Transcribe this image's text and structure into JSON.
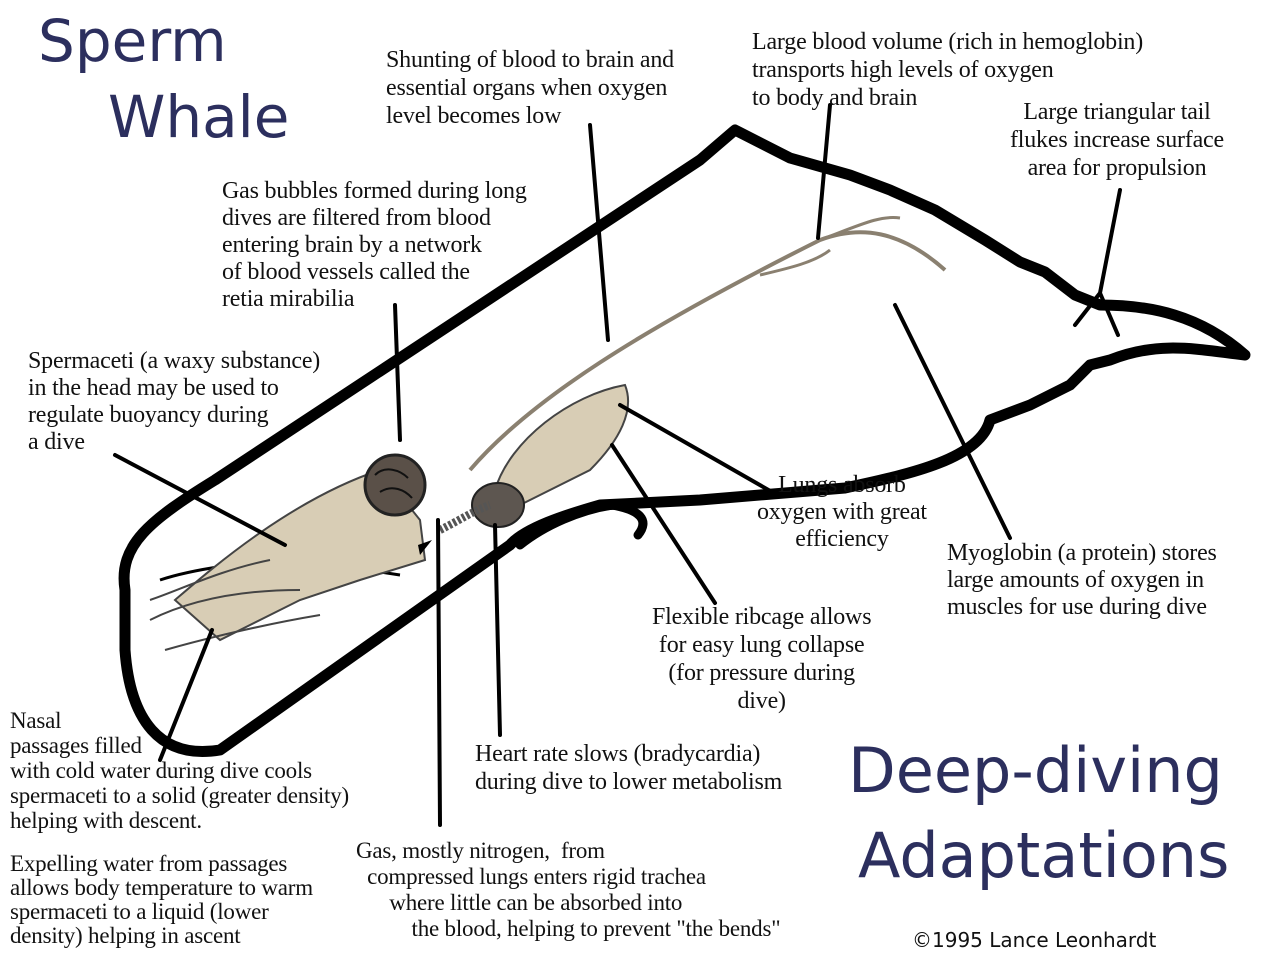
{
  "titles": {
    "sperm": "Sperm",
    "whale": "Whale",
    "deep_diving": "Deep-diving",
    "adaptations": "Adaptations"
  },
  "credit": "©1995 Lance Leonhardt",
  "labels": {
    "shunting": "Shunting of blood to brain and\nessential organs when oxygen\nlevel becomes low",
    "blood_volume": "Large blood volume (rich in hemoglobin)\ntransports high levels of oxygen\nto body and brain",
    "tail_flukes": "Large triangular tail\nflukes increase surface\narea for propulsion",
    "gas_bubbles": "Gas bubbles formed during long\ndives are filtered from blood\nentering brain by a network\nof blood vessels called the\nretia mirabilia",
    "spermaceti": "Spermaceti (a waxy substance)\nin the head may be used to\nregulate buoyancy during\na dive",
    "lungs": "Lungs absorb\noxygen with great\nefficiency",
    "myoglobin": "Myoglobin (a protein) stores\nlarge amounts of oxygen in\nmuscles for use during dive",
    "ribcage": "Flexible ribcage allows\nfor easy lung collapse\n(for pressure during\ndive)",
    "heart_rate": "Heart rate slows (bradycardia)\nduring dive to lower metabolism",
    "nasal": "Nasal\npassages filled\nwith cold water during dive cools\nspermaceti to a solid (greater density)\nhelping with descent.",
    "expelling": "Expelling water from passages\nallows body temperature to warm\nspermaceti to a liquid (lower\ndensity) helping in ascent",
    "gas_nitrogen": "Gas, mostly nitrogen,  from\n  compressed lungs enters rigid trachea\n      where little can be absorbed into\n          the blood, helping to prevent \"the bends\""
  },
  "colors": {
    "title": "#2c2f5e",
    "outline": "#000000",
    "organ_fill": "#d8cdb5",
    "vessel": "#8a8070"
  }
}
